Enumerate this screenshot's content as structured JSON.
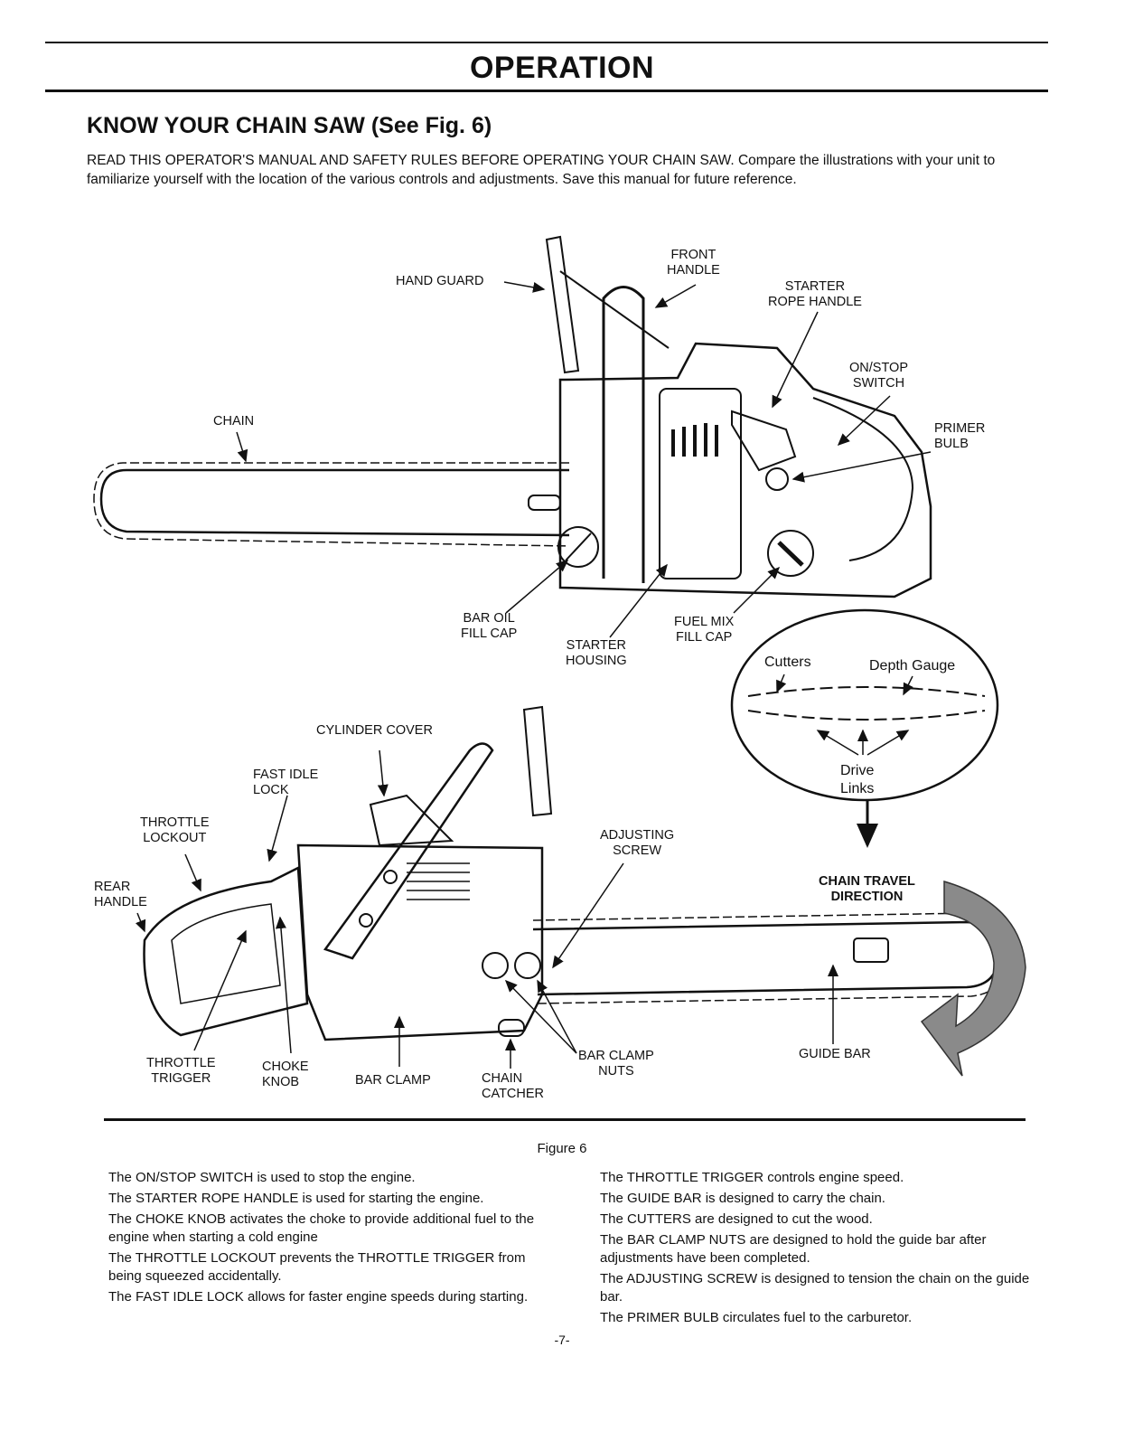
{
  "header": {
    "title": "OPERATION"
  },
  "section": {
    "heading": "KNOW YOUR CHAIN SAW (See Fig. 6)",
    "intro": "READ THIS OPERATOR'S MANUAL AND SAFETY RULES BEFORE OPERATING YOUR CHAIN SAW. Compare the illustrations with your unit to familiarize yourself with the location of the various controls and adjustments. Save this manual for future reference."
  },
  "figure": {
    "caption": "Figure 6",
    "labels": {
      "hand_guard": "HAND GUARD",
      "front_handle": "FRONT\nHANDLE",
      "starter_rope_handle": "STARTER\nROPE HANDLE",
      "on_stop_switch": "ON/STOP\nSWITCH",
      "primer_bulb": "PRIMER\nBULB",
      "chain": "CHAIN",
      "bar_oil_fill_cap": "BAR OIL\nFILL CAP",
      "starter_housing": "STARTER\nHOUSING",
      "fuel_mix_fill_cap": "FUEL MIX\nFILL CAP",
      "cutters": "Cutters",
      "depth_gauge": "Depth Gauge",
      "drive_links": "Drive\nLinks",
      "cylinder_cover": "CYLINDER COVER",
      "fast_idle_lock": "FAST IDLE\nLOCK",
      "throttle_lockout": "THROTTLE\nLOCKOUT",
      "rear_handle": "REAR\nHANDLE",
      "adjusting_screw": "ADJUSTING\nSCREW",
      "chain_travel_direction": "CHAIN TRAVEL\nDIRECTION",
      "throttle_trigger": "THROTTLE\nTRIGGER",
      "choke_knob": "CHOKE\nKNOB",
      "bar_clamp": "BAR CLAMP",
      "chain_catcher": "CHAIN\nCATCHER",
      "bar_clamp_nuts": "BAR CLAMP\nNUTS",
      "guide_bar": "GUIDE BAR"
    }
  },
  "descriptions": {
    "left": [
      "The ON/STOP SWITCH is used to stop the engine.",
      "The STARTER ROPE HANDLE is used for starting the engine.",
      "The CHOKE KNOB activates the choke to provide additional fuel to the engine when starting a cold engine",
      "The THROTTLE LOCKOUT prevents the THROTTLE TRIGGER from being squeezed accidentally.",
      "The FAST IDLE LOCK allows for faster engine speeds during starting."
    ],
    "right": [
      "The THROTTLE TRIGGER controls engine speed.",
      "The GUIDE BAR is designed to carry the chain.",
      "The CUTTERS are designed to cut the wood.",
      "The BAR CLAMP NUTS are designed to hold the guide bar after adjustments have been completed.",
      "The ADJUSTING SCREW is designed to tension the chain on the guide bar.",
      "The PRIMER BULB circulates fuel to the carburetor."
    ]
  },
  "footer": {
    "page_number": "-7-"
  }
}
